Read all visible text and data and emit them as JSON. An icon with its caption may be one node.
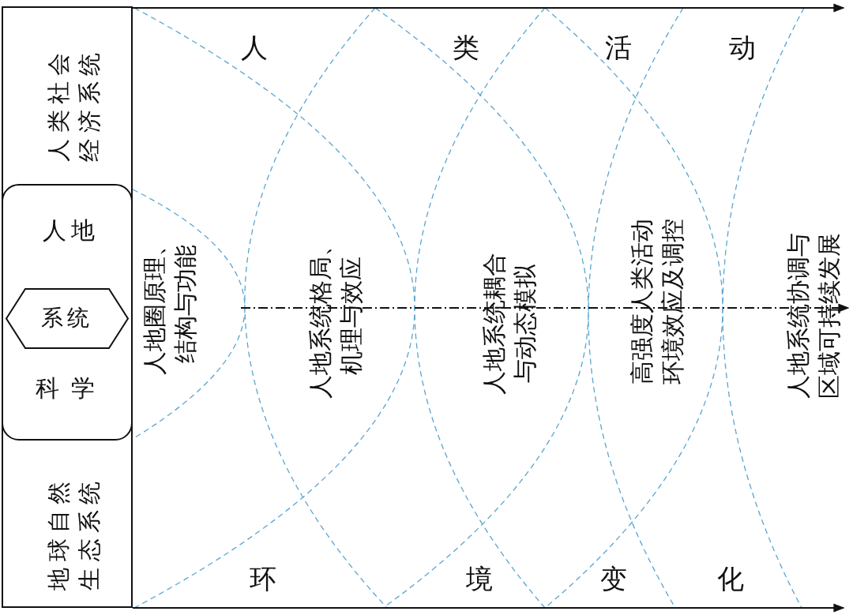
{
  "diagram": {
    "nodes": [
      {
        "text": [
          "人类社会经济系统",
          "地球自然生态系统"
        ]
      },
      {
        "text": [
          "人地",
          "科学"
        ],
        "in": 0
      },
      {
        "text": [
          "系统"
        ],
        "in": 1
      }
    ],
    "labels": [
      "人",
      "类",
      "活",
      "动",
      "人地圈原理、结构与功能",
      "人地系统格局、机理与效应",
      "人地系统耦合与动态模拟",
      "高强度人类活动环境效应及调控",
      "人地系统协调与区域可持续发展",
      "环",
      "境",
      "变",
      "化"
    ]
  }
}
